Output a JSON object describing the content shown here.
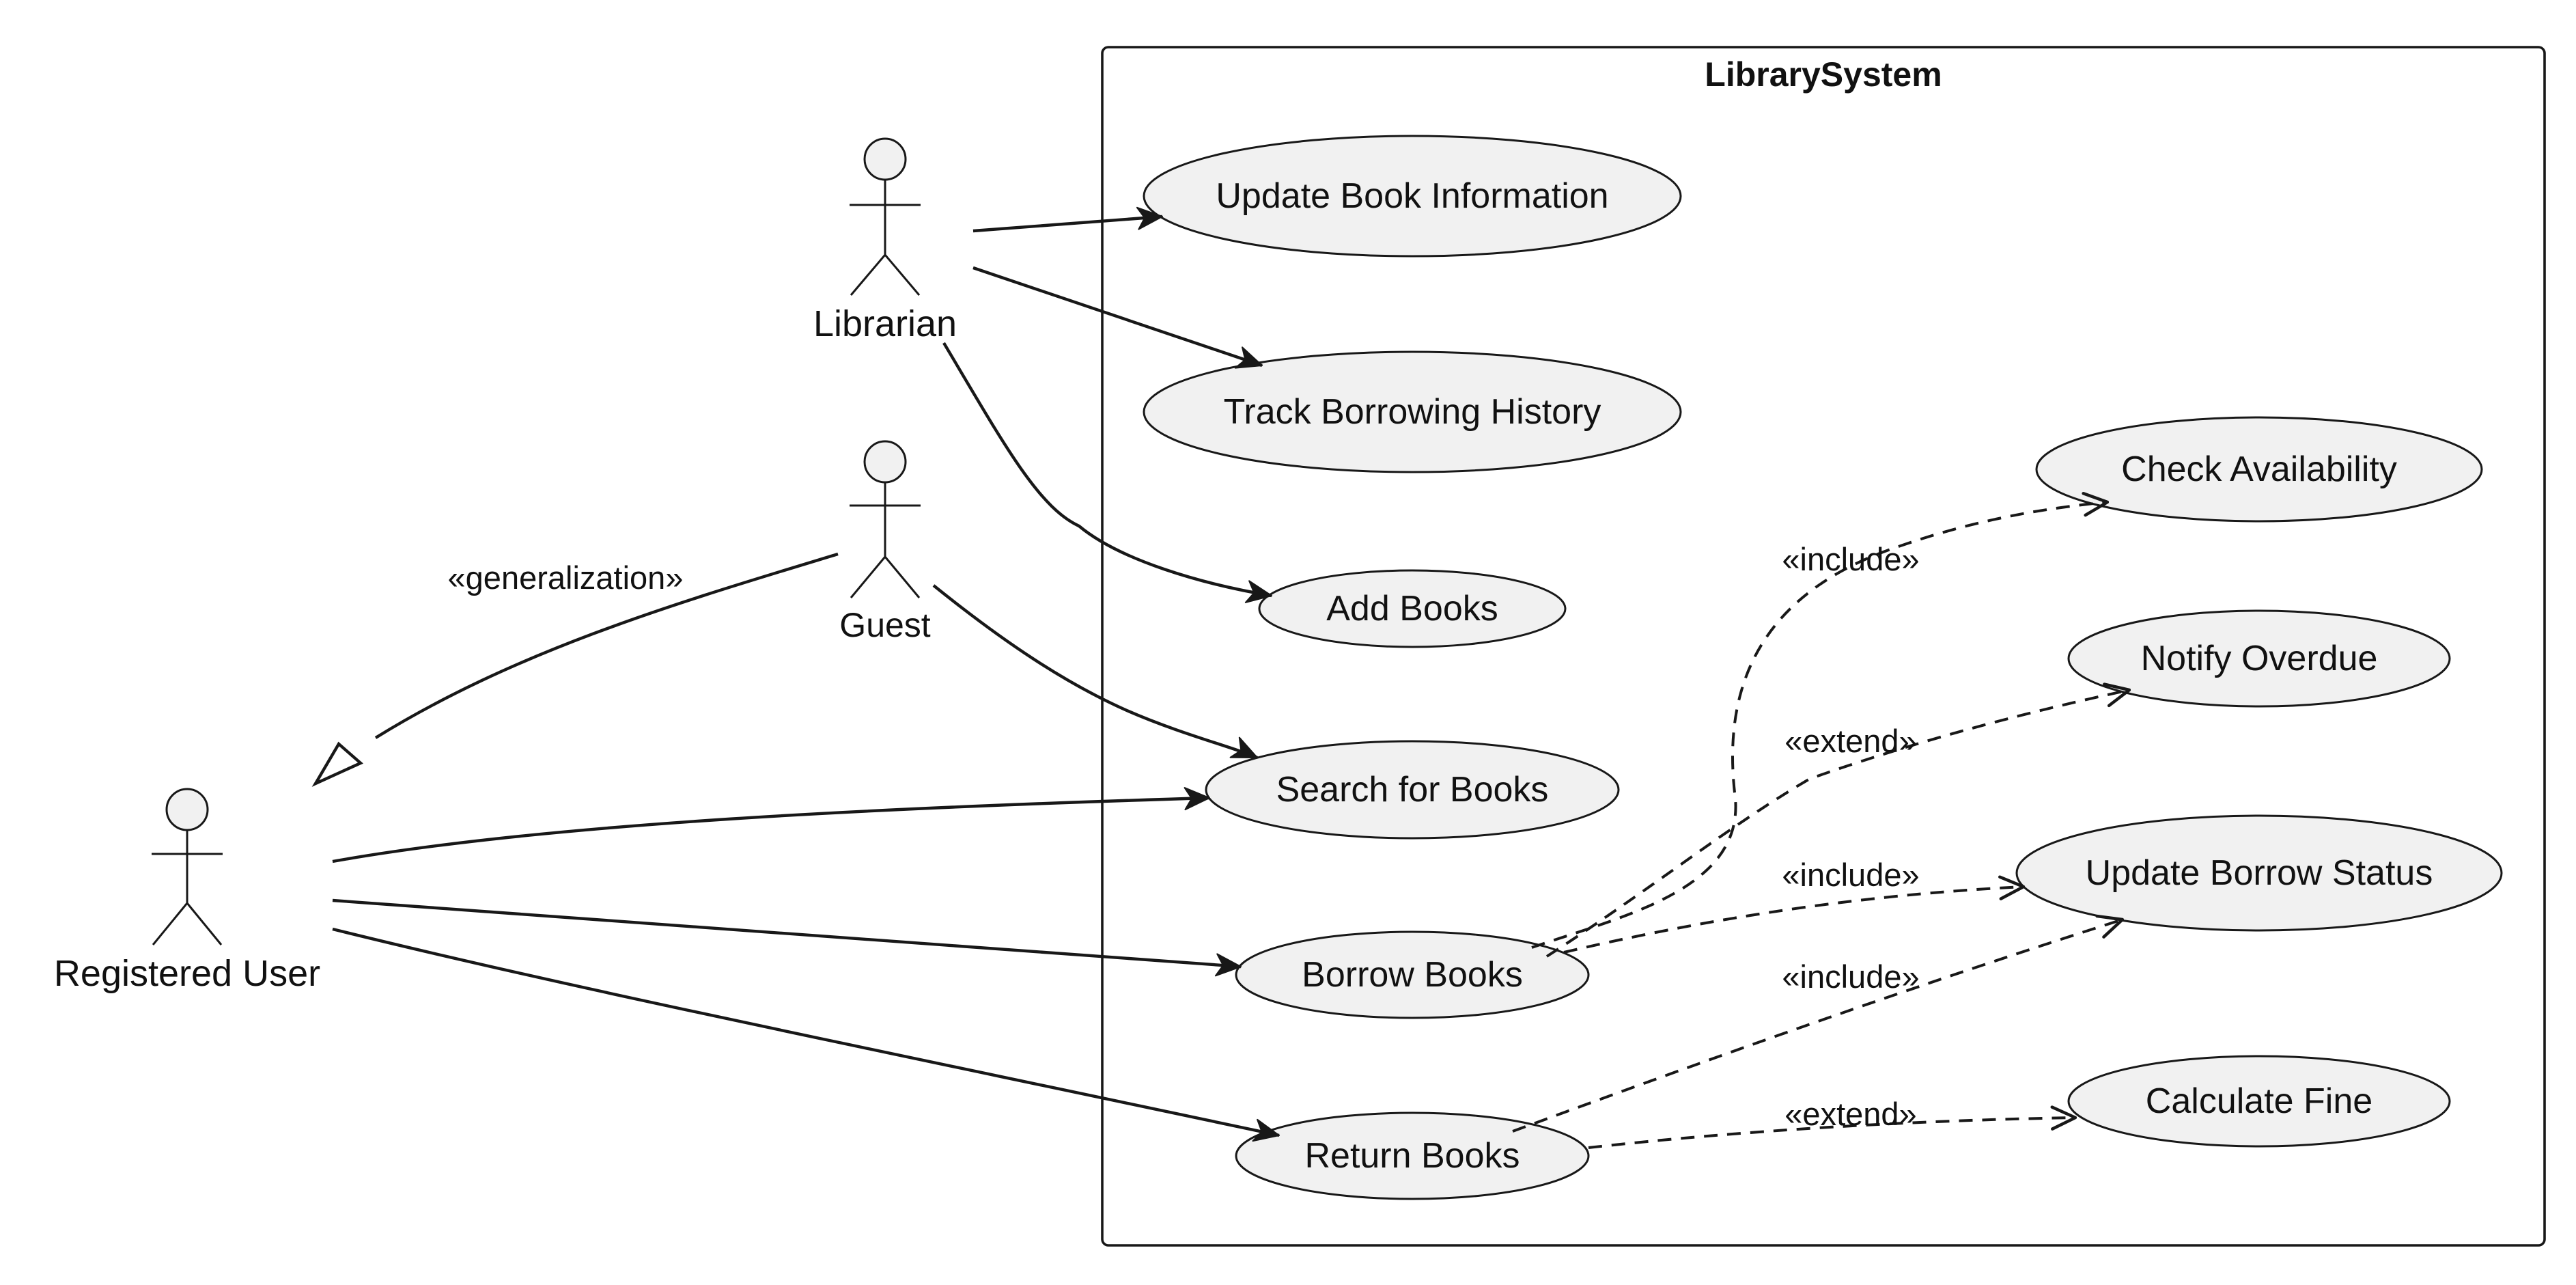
{
  "system": {
    "title": "LibrarySystem"
  },
  "actors": {
    "librarian": "Librarian",
    "guest": "Guest",
    "registered_user": "Registered User"
  },
  "use_cases": {
    "update_book_information": "Update Book Information",
    "track_borrowing_history": "Track Borrowing History",
    "add_books": "Add Books",
    "search_for_books": "Search for Books",
    "borrow_books": "Borrow Books",
    "return_books": "Return Books",
    "check_availability": "Check Availability",
    "notify_overdue": "Notify Overdue",
    "update_borrow_status": "Update Borrow Status",
    "calculate_fine": "Calculate Fine"
  },
  "relations": {
    "generalization": "«generalization»",
    "borrow_include_check": "«include»",
    "borrow_extend_notify": "«extend»",
    "borrow_include_status": "«include»",
    "return_include_status": "«include»",
    "return_extend_fine": "«extend»"
  },
  "colors": {
    "node_fill": "#f1f1f1",
    "stroke": "#181818",
    "background": "#ffffff"
  }
}
